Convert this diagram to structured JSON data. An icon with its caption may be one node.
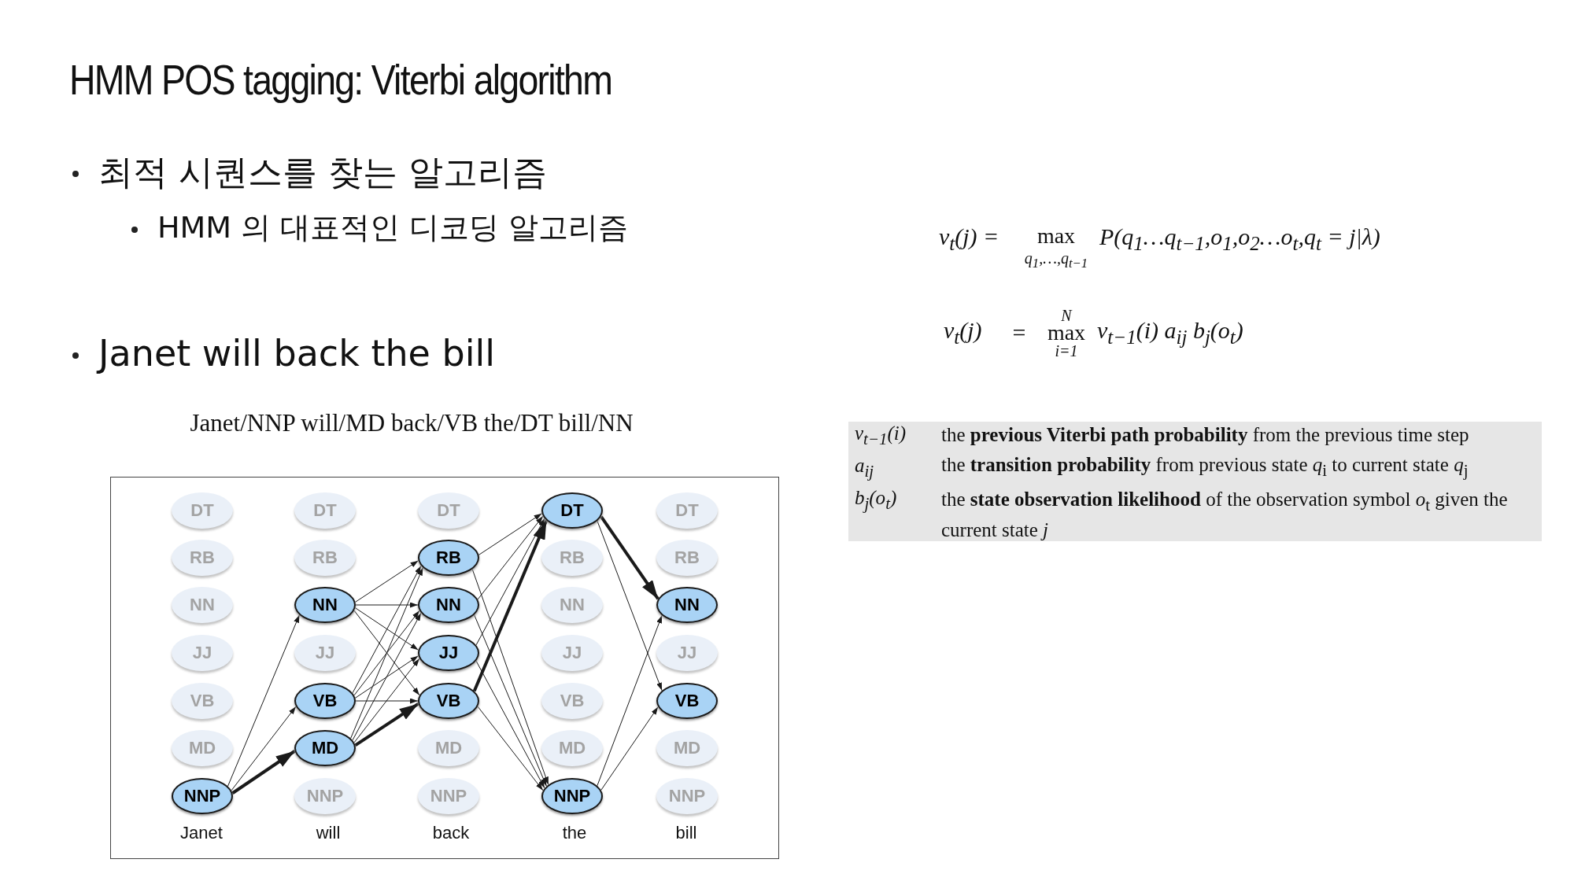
{
  "diagram": {
    "title": "HMM POS tagging: Viterbi algorithm",
    "nodes": [
      {
        "text": [],
        "shape": "box"
      },
      {
        "text": [
          "DT"
        ],
        "in": 0
      },
      {
        "text": [
          "RB"
        ],
        "in": 0
      },
      {
        "text": [
          "NN"
        ],
        "in": 0
      },
      {
        "text": [
          "JJ"
        ],
        "in": 0
      },
      {
        "text": [
          "VB"
        ],
        "in": 0
      },
      {
        "text": [
          "MD"
        ],
        "in": 0
      },
      {
        "text": [
          "NNP"
        ],
        "in": 0
      },
      {
        "text": [
          "DT"
        ],
        "in": 0
      },
      {
        "text": [
          "RB"
        ],
        "in": 0
      },
      {
        "text": [
          "NN"
        ],
        "in": 0
      },
      {
        "text": [
          "JJ"
        ],
        "in": 0
      },
      {
        "text": [
          "VB"
        ],
        "in": 0
      },
      {
        "text": [
          "MD"
        ],
        "in": 0
      },
      {
        "text": [
          "NNP"
        ],
        "in": 0
      },
      {
        "text": [
          "DT"
        ],
        "in": 0
      },
      {
        "text": [
          "RB"
        ],
        "in": 0
      },
      {
        "text": [
          "NN"
        ],
        "in": 0
      },
      {
        "text": [
          "JJ"
        ],
        "in": 0
      },
      {
        "text": [
          "VB"
        ],
        "in": 0
      },
      {
        "text": [
          "MD"
        ],
        "in": 0
      },
      {
        "text": [
          "NNP"
        ],
        "in": 0
      },
      {
        "text": [
          "DT"
        ],
        "in": 0
      },
      {
        "text": [
          "RB"
        ],
        "in": 0
      },
      {
        "text": [
          "NN"
        ],
        "in": 0
      },
      {
        "text": [
          "JJ"
        ],
        "in": 0
      },
      {
        "text": [
          "VB"
        ],
        "in": 0
      },
      {
        "text": [
          "MD"
        ],
        "in": 0
      },
      {
        "text": [
          "NNP"
        ],
        "in": 0
      },
      {
        "text": [
          "DT"
        ],
        "in": 0
      },
      {
        "text": [
          "RB"
        ],
        "in": 0
      },
      {
        "text": [
          "NN"
        ],
        "in": 0
      },
      {
        "text": [
          "JJ"
        ],
        "in": 0
      },
      {
        "text": [
          "VB"
        ],
        "in": 0
      },
      {
        "text": [
          "MD"
        ],
        "in": 0
      },
      {
        "text": [
          "NNP"
        ],
        "in": 0
      }
    ],
    "edges": [
      {
        "from": 7,
        "to": 10,
        "arrow": "to"
      },
      {
        "from": 7,
        "to": 12,
        "arrow": "to"
      },
      {
        "from": 7,
        "to": 13,
        "arrow": "to",
        "style": "thick"
      },
      {
        "from": 10,
        "to": 16,
        "arrow": "to"
      },
      {
        "from": 10,
        "to": 17,
        "arrow": "to"
      },
      {
        "from": 10,
        "to": 18,
        "arrow": "to"
      },
      {
        "from": 10,
        "to": 19,
        "arrow": "to"
      },
      {
        "from": 12,
        "to": 16,
        "arrow": "to"
      },
      {
        "from": 12,
        "to": 17,
        "arrow": "to"
      },
      {
        "from": 12,
        "to": 18,
        "arrow": "to"
      },
      {
        "from": 12,
        "to": 19,
        "arrow": "to"
      },
      {
        "from": 13,
        "to": 16,
        "arrow": "to"
      },
      {
        "from": 13,
        "to": 17,
        "arrow": "to"
      },
      {
        "from": 13,
        "to": 18,
        "arrow": "to"
      },
      {
        "from": 13,
        "to": 19,
        "arrow": "to",
        "style": "thick"
      },
      {
        "from": 16,
        "to": 22,
        "arrow": "to"
      },
      {
        "from": 16,
        "to": 28,
        "arrow": "to"
      },
      {
        "from": 17,
        "to": 22,
        "arrow": "to"
      },
      {
        "from": 17,
        "to": 28,
        "arrow": "to"
      },
      {
        "from": 18,
        "to": 22,
        "arrow": "to"
      },
      {
        "from": 18,
        "to": 28,
        "arrow": "to"
      },
      {
        "from": 19,
        "to": 22,
        "arrow": "to",
        "style": "thick"
      },
      {
        "from": 19,
        "to": 28,
        "arrow": "to"
      },
      {
        "from": 22,
        "to": 31,
        "arrow": "to",
        "style": "thick"
      },
      {
        "from": 22,
        "to": 33,
        "arrow": "to"
      },
      {
        "from": 28,
        "to": 31,
        "arrow": "to"
      },
      {
        "from": 28,
        "to": 33,
        "arrow": "to"
      }
    ],
    "labels": [
      "최적 시퀀스를 찾는 알고리즘",
      "HMM 의 대표적인 디코딩 알고리즘",
      "Janet will back the bill",
      "Janet/NNP will/MD back/VB the/DT bill/NN",
      "Janet",
      "will",
      "back",
      "the",
      "bill",
      "v$_{t}$(j) =",
      "max",
      "q$_{1}$,…,q$_{t−1}$",
      "P(q$_{1}$…q$_{t−1}$,o$_{1}$,o$_{2}$…o$_{t}$,q$_{t}$ = j|λ)",
      "v$_{t}$(j)",
      "=",
      "N",
      "max",
      "i=1",
      "v$_{t−1}$(i) a$_{ij}$ b$_{j}$(o$_{t}$)",
      "v$_{t−1}$(i)",
      "the **previous Viterbi path probability** from the previous time step",
      "a$_{ij}$",
      "the **transition probability** from previous state *q*$_{i}$ to current state *q*$_{j}$",
      "b$_{j}$(o$_{t}$)",
      "the **state observation likelihood** of the observation symbol *o*$_{t}$ given the current state *j*"
    ]
  }
}
